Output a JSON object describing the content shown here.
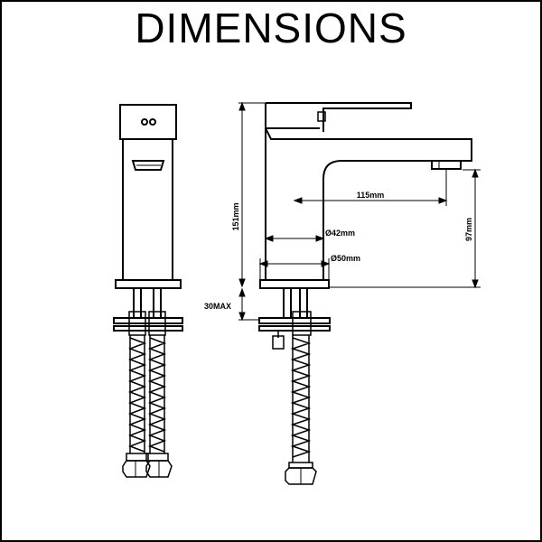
{
  "title": "DIMENSIONS",
  "dimensions": {
    "height_total": "151mm",
    "spout_reach": "115mm",
    "spout_height": "97mm",
    "body_diameter": "Ø42mm",
    "base_diameter": "Ø50mm",
    "max_deck": "30MAX"
  },
  "colors": {
    "line": "#000000",
    "background": "#ffffff"
  }
}
